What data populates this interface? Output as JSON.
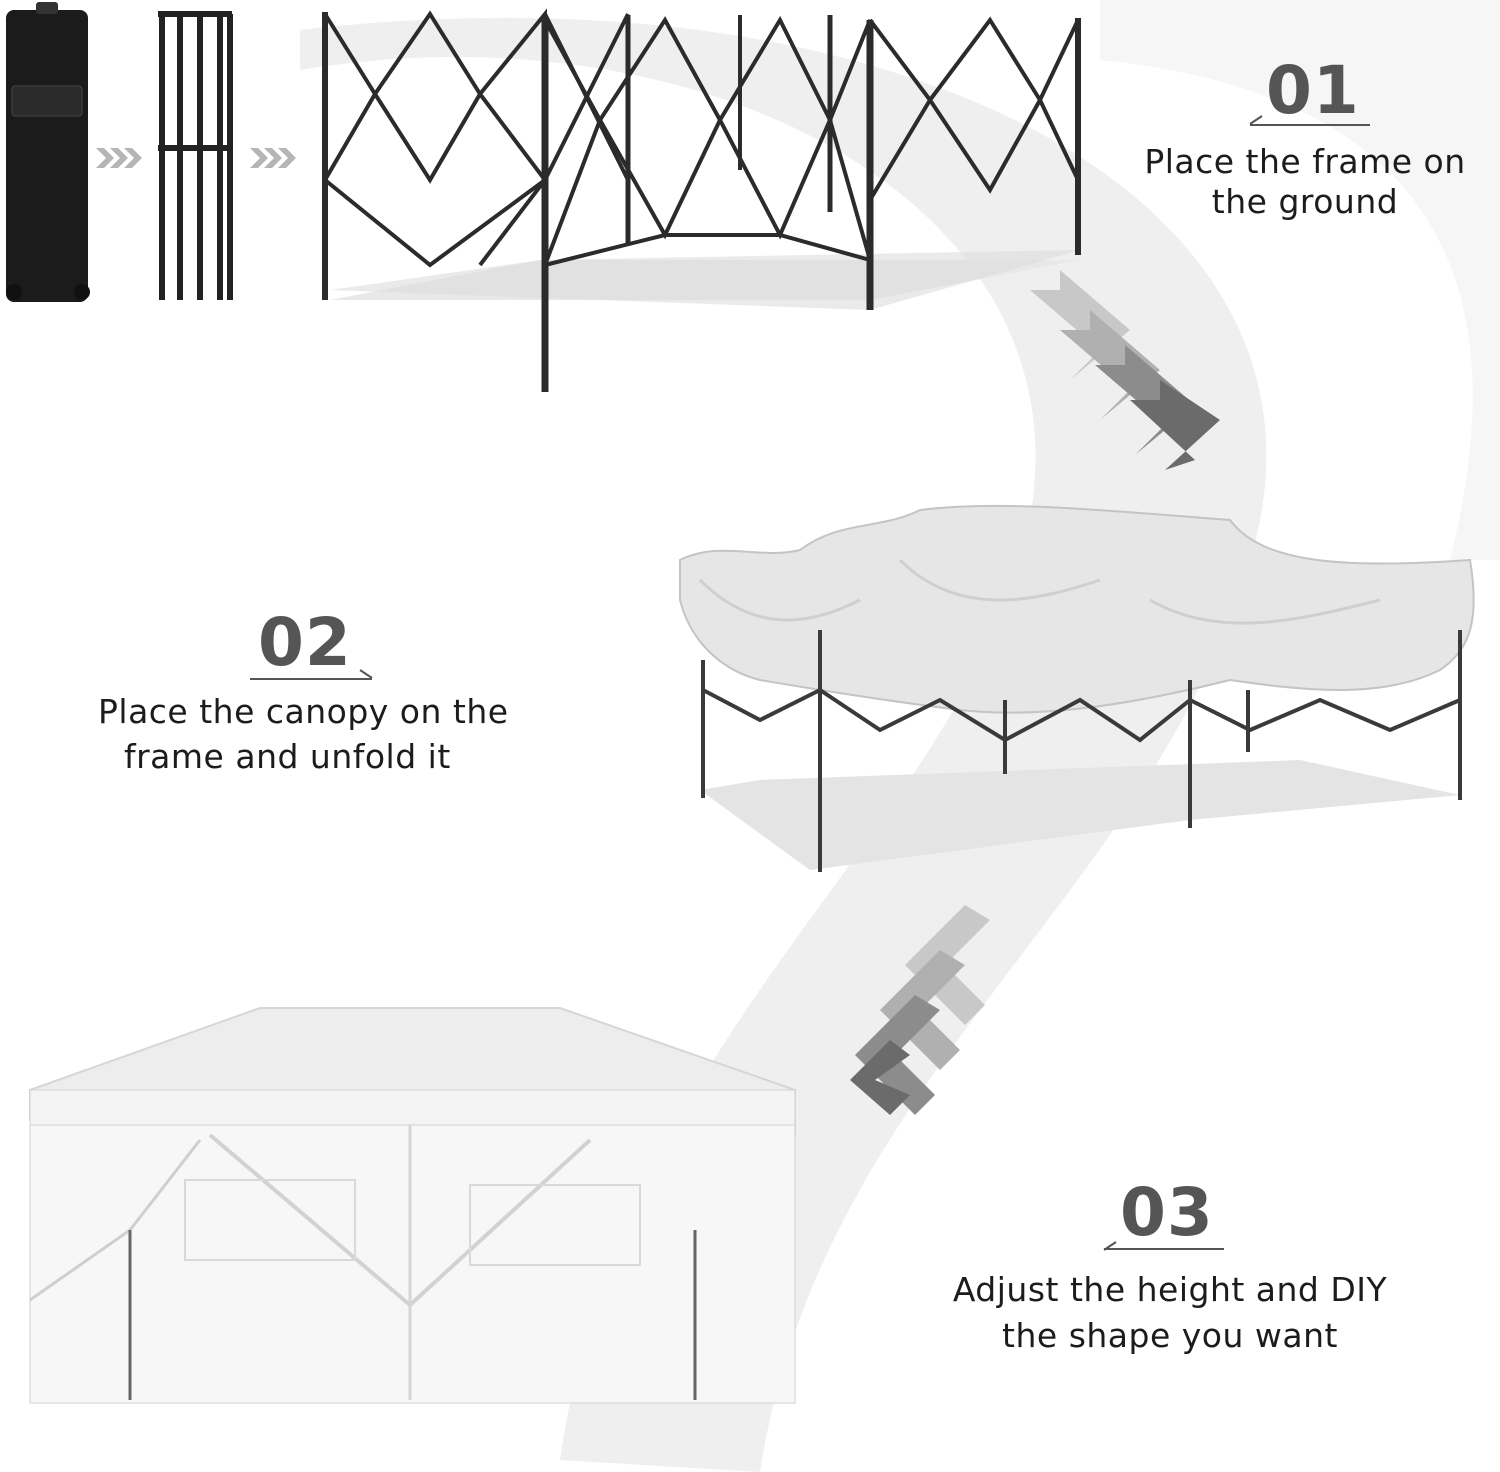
{
  "steps": [
    {
      "number": "01",
      "text_line1": "Place the frame on",
      "text_line2": "the ground"
    },
    {
      "number": "02",
      "text_line1": "Place the canopy on the",
      "text_line2": "frame and unfold it"
    },
    {
      "number": "03",
      "text_line1": "Adjust the height and DIY",
      "text_line2": "the shape you want"
    }
  ],
  "colors": {
    "accent": "#555555",
    "curve": "#efefef",
    "frame": "#2b2b2b",
    "canopy": "#e6e6e6"
  }
}
